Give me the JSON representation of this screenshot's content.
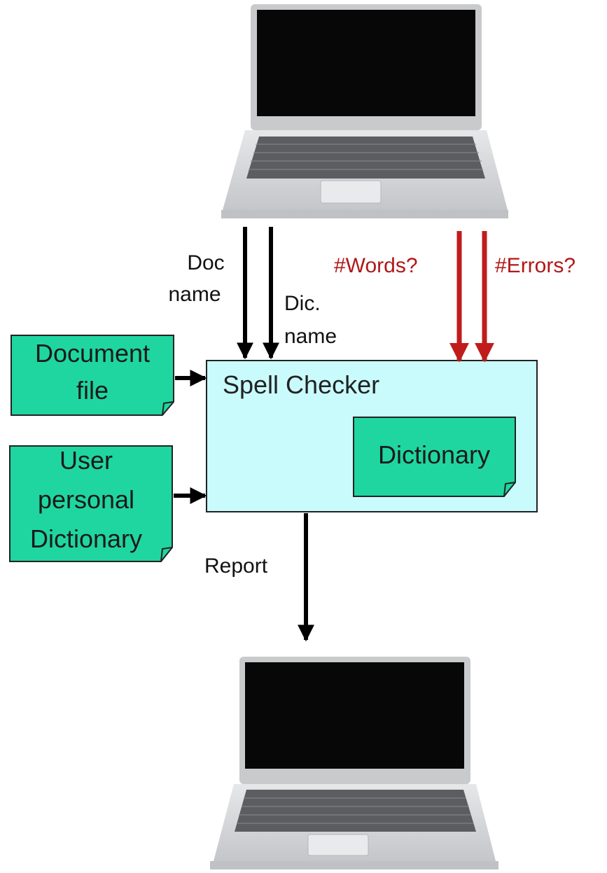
{
  "labels": {
    "doc_name_line1": "Doc",
    "doc_name_line2": "name",
    "dic_name_line1": "Dic.",
    "dic_name_line2": "name",
    "words": "#Words?",
    "errors": "#Errors?",
    "report": "Report"
  },
  "spell_checker": {
    "title": "Spell Checker",
    "inner_component": "Dictionary"
  },
  "inputs": {
    "document_file": [
      "Document",
      "file"
    ],
    "user_dictionary": [
      "User",
      "personal",
      "Dictionary"
    ]
  },
  "colors": {
    "note_fill": "#1fd6a0",
    "checker_fill": "#c9fbfd",
    "red_arrow": "#c01c1c",
    "black_arrow": "#000000",
    "screen": "#070707",
    "laptop_body": "#d8d9db"
  },
  "icons": [
    "laptop-icon-top",
    "laptop-icon-bottom"
  ]
}
